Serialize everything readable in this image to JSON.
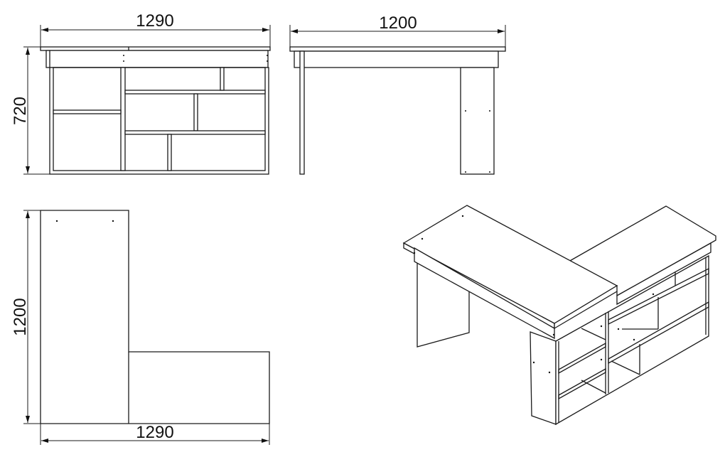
{
  "front_view": {
    "width_label": "1290",
    "height_label": "720"
  },
  "side_view": {
    "width_label": "1200"
  },
  "plan_view": {
    "depth_label": "1200",
    "width_label": "1290"
  },
  "colors": {
    "line": "#1a1a1a",
    "background": "#ffffff"
  }
}
